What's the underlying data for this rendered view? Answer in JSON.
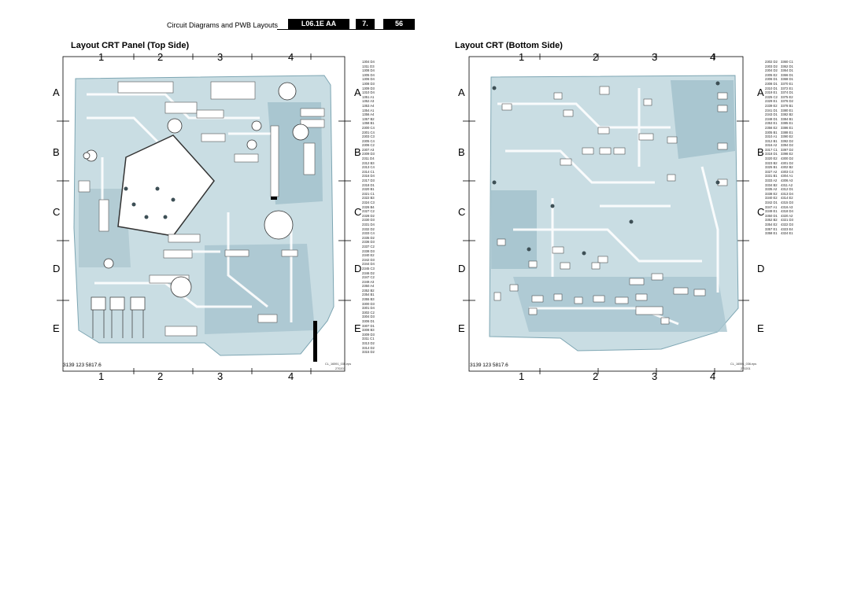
{
  "header": {
    "title": "Circuit Diagrams and PWB Layouts",
    "chassis": "L06.1E AA",
    "chapter": "7.",
    "page": "56"
  },
  "panels": [
    {
      "title": "Layout CRT Panel (Top Side)",
      "columns": [
        "1",
        "2",
        "3",
        "4"
      ],
      "rows": [
        "A",
        "B",
        "C",
        "D",
        "E"
      ],
      "code": "3139 123 5817.6",
      "file_ref": "CL_16591_035.eps",
      "date": "270201",
      "component_list": [
        "1304 D4",
        "1311 D3",
        "1308 D4",
        "1305 D4",
        "1306 D4",
        "1308 D3",
        "1309 D3",
        "1310 D4",
        "1351 A1",
        "1352 A3",
        "1353 A4",
        "1354 A1",
        "1356 A4",
        "1357 B2",
        "1358 B1",
        "2300 C4",
        "2301 C4",
        "2303 C3",
        "2305 C4",
        "2306 C2",
        "2307 A3",
        "2309 D3",
        "2311 D4",
        "2312 B3",
        "2313 C4",
        "2314 C1",
        "2316 D4",
        "2317 D3",
        "2318 D1",
        "2320 B1",
        "2321 C1",
        "2322 B3",
        "2324 C3",
        "2326 B4",
        "2327 C2",
        "2328 D2",
        "2330 D3",
        "2331 D4",
        "2332 D2",
        "2333 C4",
        "2335 D2",
        "2336 D3",
        "2337 C2",
        "2338 D3",
        "2340 E2",
        "2342 D3",
        "2344 D4",
        "2345 C3",
        "2346 D2",
        "2347 C2",
        "2349 A3",
        "2350 A4",
        "2352 B2",
        "2354 B1",
        "2355 B3",
        "3300 D3",
        "3301 D4",
        "3302 C2",
        "3304 D3",
        "3306 D1",
        "3307 D1",
        "3308 B3",
        "3309 D3",
        "3311 C1",
        "3313 D2",
        "3314 D2",
        "3315 D2"
      ]
    },
    {
      "title": "Layout CRT (Bottom Side)",
      "columns": [
        "1",
        "2",
        "3",
        "4"
      ],
      "rows": [
        "A",
        "B",
        "C",
        "D",
        "E"
      ],
      "code": "3139 123 5817.6",
      "file_ref": "CL_16591_036.eps",
      "date": "270201",
      "component_list": [
        "2302 D2",
        "2303 D2",
        "2304 D2",
        "2305 E2",
        "2306 D1",
        "2308 D1",
        "2310 D1",
        "2319 E1",
        "2325 C2",
        "2329 E1",
        "2339 E2",
        "2341 D1",
        "2343 D1",
        "2348 D1",
        "2353 E1",
        "2356 E2",
        "3305 B1",
        "3310 A1",
        "3312 B1",
        "3316 A2",
        "3317 C1",
        "3318 D1",
        "3320 E2",
        "3323 B2",
        "3325 B1",
        "3327 A2",
        "3331 B1",
        "3333 A2",
        "3334 B2",
        "3335 A2",
        "3338 E2",
        "3340 E2",
        "3342 D1",
        "3347 A1",
        "3349 E1",
        "3350 D1",
        "3352 B2",
        "3354 E2",
        "3357 E1",
        "3358 E1",
        "3360 C1",
        "3362 D1",
        "3364 D1",
        "3366 D1",
        "3368 D1",
        "3370 E1",
        "3372 E1",
        "3374 D1",
        "3375 E2",
        "3376 D2",
        "3378 B1",
        "3380 E1",
        "3382 B2",
        "3384 B1",
        "3385 E1",
        "3386 E1",
        "3388 E1",
        "3390 E2",
        "3392 D2",
        "3394 D2",
        "3397 D2",
        "3398 E2",
        "4300 D2",
        "4301 D2",
        "4302 B2",
        "4303 C4",
        "4304 A1",
        "4306 A3",
        "4311 A2",
        "4312 D1",
        "4313 D4",
        "4314 E2",
        "4315 D3",
        "4316 A3",
        "4318 D4",
        "4320 A2",
        "4321 D3",
        "4322 D3",
        "4323 E4",
        "4324 E1"
      ]
    }
  ]
}
